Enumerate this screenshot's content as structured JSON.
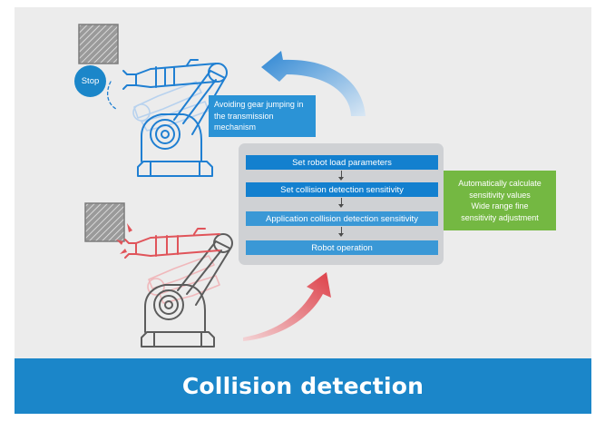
{
  "title": "Collision detection",
  "stop_label": "Stop",
  "gear_note": "Avoiding gear jumping in the transmission mechanism",
  "flow_steps": [
    "Set robot load parameters",
    "Set collision detection sensitivity",
    "Application collision detection sensitivity",
    "Robot operation"
  ],
  "feature_notes": [
    "Automatically calculate",
    "sensitivity values",
    "Wide range fine",
    "sensitivity adjustment"
  ],
  "colors": {
    "frame_background": "#ececec",
    "footer_bar": "#1b86c9",
    "flow_step": "#1380cf",
    "flow_panel": "#cfd1d4",
    "feature_callout": "#74b842",
    "upper_robot": "#1f7fd2",
    "lower_robot": "#5c5c5c",
    "collision_arm": "#e0545a",
    "arrow_blue": "#3d8dd3",
    "arrow_red": "#e0545a"
  },
  "icons": {
    "upper_robot": "industrial-robot-arm-icon",
    "lower_robot": "industrial-robot-arm-icon",
    "obstacle": "hatched-obstacle-block-icon",
    "curved_arrow_up": "curved-arrow-icon",
    "curved_arrow_down": "curved-arrow-icon"
  }
}
